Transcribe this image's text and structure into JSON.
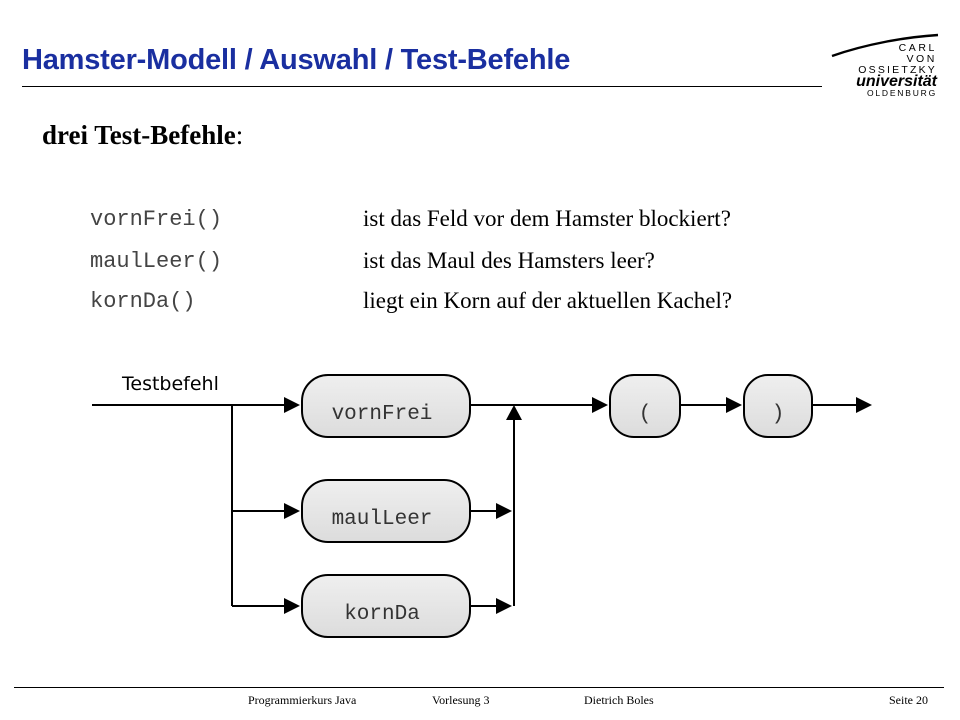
{
  "header": {
    "title": "Hamster-Modell / Auswahl / Test-Befehle",
    "title_color": "#1a2fa0"
  },
  "logo": {
    "line1": "CARL",
    "line2": "VON",
    "line3": "OSSIETZKY",
    "line4": "universität",
    "line5": "OLDENBURG"
  },
  "main": {
    "subheading": "drei Test-Befehle",
    "subheading_suffix": ":",
    "commands": [
      {
        "code": "vornFrei()",
        "description": "ist das Feld vor dem Hamster blockiert?"
      },
      {
        "code": "maulLeer()",
        "description": "ist das Maul des Hamsters leer?"
      },
      {
        "code": "kornDa()",
        "description": "liegt ein Korn auf der aktuellen Kachel?"
      }
    ]
  },
  "diagram": {
    "label": "Testbefehl",
    "nodes": {
      "vornFrei": "vornFrei",
      "maulLeer": "maulLeer",
      "kornDa": "kornDa",
      "open_paren": "(",
      "close_paren": ")"
    },
    "node_fill": "#e6e6e6"
  },
  "footer": {
    "course": "Programmierkurs Java",
    "lecture": "Vorlesung 3",
    "author": "Dietrich Boles",
    "page": "Seite 20"
  }
}
